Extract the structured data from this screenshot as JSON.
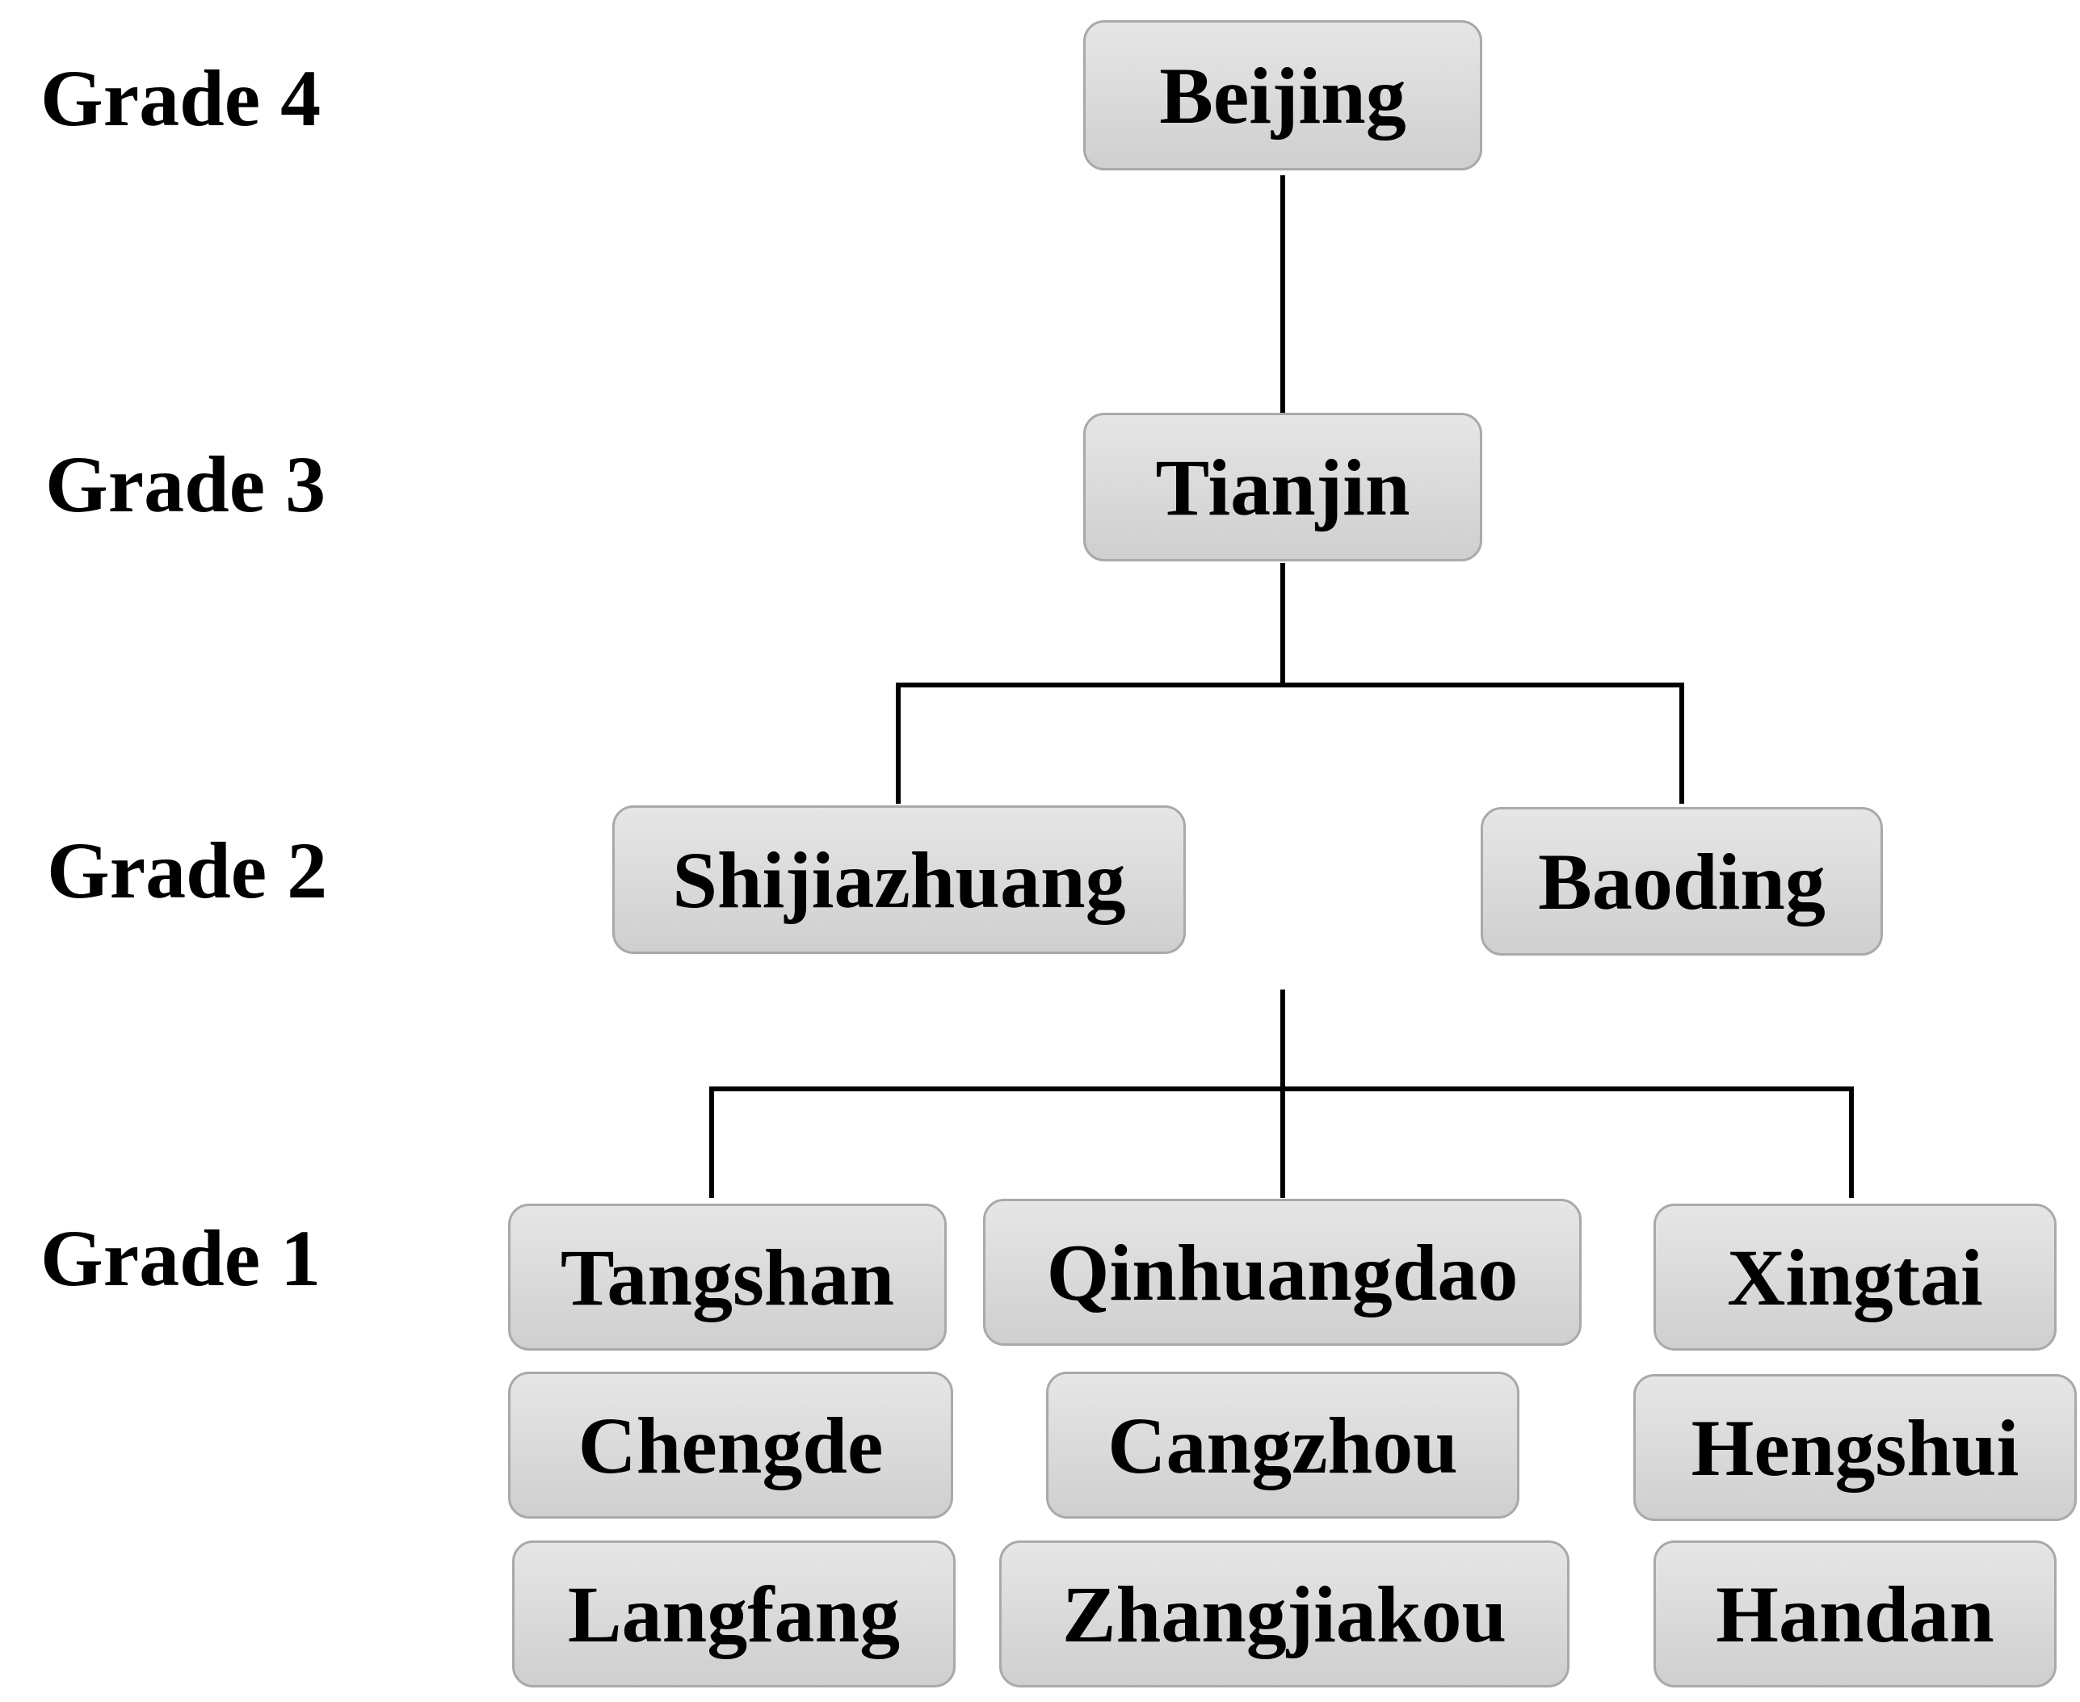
{
  "grades": {
    "g4": "Grade 4",
    "g3": "Grade 3",
    "g2": "Grade 2",
    "g1": "Grade 1"
  },
  "nodes": {
    "beijing": "Beijing",
    "tianjin": "Tianjin",
    "shijiazhuang": "Shijiazhuang",
    "baoding": "Baoding",
    "tangshan": "Tangshan",
    "qinhuangdao": "Qinhuangdao",
    "xingtai": "Xingtai",
    "chengde": "Chengde",
    "cangzhou": "Cangzhou",
    "hengshui": "Hengshui",
    "langfang": "Langfang",
    "zhangjiakou": "Zhangjiakou",
    "handan": "Handan"
  }
}
